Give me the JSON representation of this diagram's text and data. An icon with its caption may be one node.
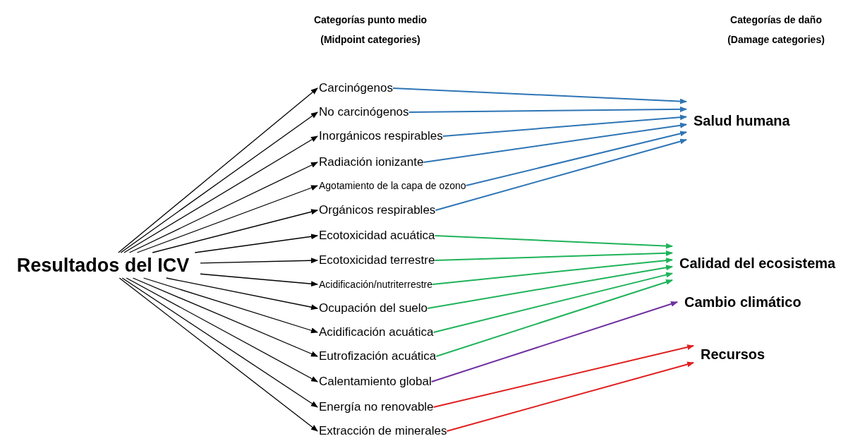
{
  "diagram": {
    "nodes": [
      {
        "text": [
          "Resultados del ICV"
        ]
      },
      {
        "text": [
          "Carcinógenos"
        ]
      },
      {
        "text": [
          "No carcinógenos"
        ]
      },
      {
        "text": [
          "Inorgánicos respirables"
        ]
      },
      {
        "text": [
          "Radiación ionizante"
        ]
      },
      {
        "text": [
          "Agotamiento de la capa de ozono"
        ]
      },
      {
        "text": [
          "Orgánicos respirables"
        ]
      },
      {
        "text": [
          "Ecotoxicidad acuática"
        ]
      },
      {
        "text": [
          "Ecotoxicidad terrestre"
        ]
      },
      {
        "text": [
          "Acidificación/nutriterrestre"
        ]
      },
      {
        "text": [
          "Ocupación del suelo"
        ]
      },
      {
        "text": [
          "Acidificación acuática"
        ]
      },
      {
        "text": [
          "Eutrofización acuática"
        ]
      },
      {
        "text": [
          "Calentamiento global"
        ]
      },
      {
        "text": [
          "Energía no renovable"
        ]
      },
      {
        "text": [
          "Extracción de minerales"
        ]
      },
      {
        "text": [
          "Salud humana"
        ]
      },
      {
        "text": [
          "Calidad del ecosistema"
        ]
      },
      {
        "text": [
          "Cambio climático"
        ]
      },
      {
        "text": [
          "Recursos"
        ]
      }
    ],
    "edges": [
      {
        "from": 0,
        "to": 1,
        "arrow": "to"
      },
      {
        "from": 0,
        "to": 2,
        "arrow": "to"
      },
      {
        "from": 0,
        "to": 3,
        "arrow": "to"
      },
      {
        "from": 0,
        "to": 4,
        "arrow": "to"
      },
      {
        "from": 0,
        "to": 5,
        "arrow": "to"
      },
      {
        "from": 0,
        "to": 6,
        "arrow": "to"
      },
      {
        "from": 0,
        "to": 7,
        "arrow": "to"
      },
      {
        "from": 0,
        "to": 8,
        "arrow": "to"
      },
      {
        "from": 0,
        "to": 9,
        "arrow": "to"
      },
      {
        "from": 0,
        "to": 10,
        "arrow": "to"
      },
      {
        "from": 0,
        "to": 11,
        "arrow": "to"
      },
      {
        "from": 0,
        "to": 12,
        "arrow": "to"
      },
      {
        "from": 0,
        "to": 13,
        "arrow": "to"
      },
      {
        "from": 0,
        "to": 14,
        "arrow": "to"
      },
      {
        "from": 0,
        "to": 15,
        "arrow": "to"
      },
      {
        "from": 1,
        "to": 16,
        "arrow": "to",
        "color": "#2e75b6"
      },
      {
        "from": 2,
        "to": 16,
        "arrow": "to",
        "color": "#2e75b6"
      },
      {
        "from": 3,
        "to": 16,
        "arrow": "to",
        "color": "#2e75b6"
      },
      {
        "from": 4,
        "to": 16,
        "arrow": "to",
        "color": "#2e75b6"
      },
      {
        "from": 5,
        "to": 16,
        "arrow": "to",
        "color": "#2e75b6"
      },
      {
        "from": 6,
        "to": 16,
        "arrow": "to",
        "color": "#2e75b6"
      },
      {
        "from": 7,
        "to": 17,
        "arrow": "to",
        "color": "#1fb35a"
      },
      {
        "from": 8,
        "to": 17,
        "arrow": "to",
        "color": "#1fb35a"
      },
      {
        "from": 9,
        "to": 17,
        "arrow": "to",
        "color": "#1fb35a"
      },
      {
        "from": 10,
        "to": 17,
        "arrow": "to",
        "color": "#1fb35a"
      },
      {
        "from": 11,
        "to": 17,
        "arrow": "to",
        "color": "#1fb35a"
      },
      {
        "from": 12,
        "to": 17,
        "arrow": "to",
        "color": "#1fb35a"
      },
      {
        "from": 13,
        "to": 18,
        "arrow": "to",
        "color": "#7030a0"
      },
      {
        "from": 14,
        "to": 19,
        "arrow": "to",
        "color": "#e02020"
      },
      {
        "from": 15,
        "to": 19,
        "arrow": "to",
        "color": "#e02020"
      }
    ],
    "labels": [
      "Categorías punto medio",
      "Categorías de daño",
      "(Midpoint categories)",
      "(Damage categories)"
    ]
  }
}
